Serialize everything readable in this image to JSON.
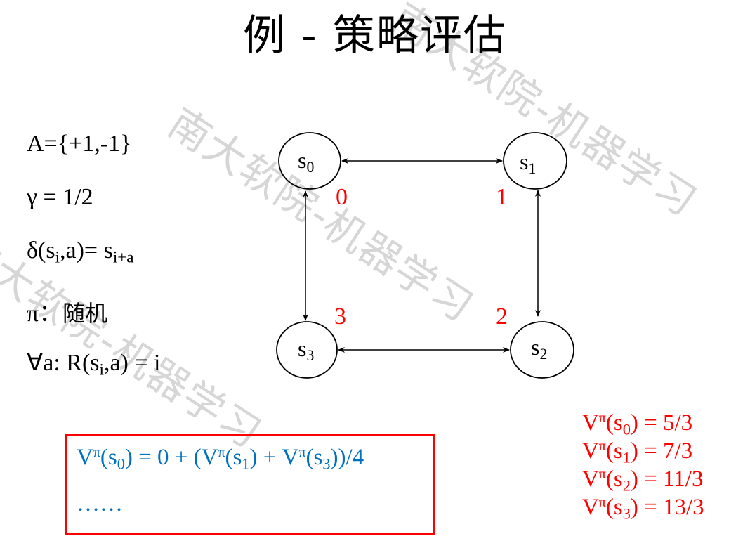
{
  "title": "例 - 策略评估",
  "watermark": "南大软院-机器学习",
  "params": {
    "actions": {
      "prefix": "A={+1,-1}"
    },
    "gamma": {
      "text": "γ = 1/2"
    },
    "transition": {
      "lhs": "δ(s",
      "sub_i": "i",
      "mid": ",a)= s",
      "sub_ia": "i+a"
    },
    "policy": {
      "symbol": "π：",
      "text": "随机"
    },
    "reward": {
      "lhs": "∀a: R(s",
      "sub_i": "i",
      "rhs": ",a) = i"
    }
  },
  "graph": {
    "nodes": [
      {
        "name": "s",
        "sub": "0",
        "reward": "0"
      },
      {
        "name": "s",
        "sub": "1",
        "reward": "1"
      },
      {
        "name": "s",
        "sub": "2",
        "reward": "2"
      },
      {
        "name": "s",
        "sub": "3",
        "reward": "3"
      }
    ],
    "edges": [
      "s0<->s1",
      "s1<->s2",
      "s2<->s3",
      "s3<->s0"
    ]
  },
  "equation_box": {
    "line1": {
      "v": "V",
      "pi": "π",
      "open": "(s",
      "s_sub": "0",
      "rest1": ") = 0 + (V",
      "pi2": "π",
      "open2": "(s",
      "s_sub2": "1",
      "rest2": ") + V",
      "pi3": "π",
      "open3": "(s",
      "s_sub3": "3",
      "rest3": "))/4"
    },
    "line2": "……"
  },
  "values": [
    {
      "state": "0",
      "value": "5/3"
    },
    {
      "state": "1",
      "value": "7/3"
    },
    {
      "state": "2",
      "value": "11/3"
    },
    {
      "state": "3",
      "value": "13/3"
    }
  ],
  "colors": {
    "reward": "#ff0000",
    "equation": "#0070c0",
    "box_border": "#ff0000"
  }
}
